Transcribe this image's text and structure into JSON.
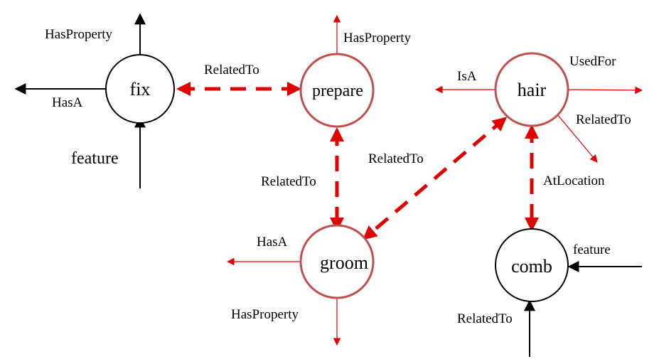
{
  "colors": {
    "black": "#000000",
    "red": "#e00000",
    "node_red": "#c0504d"
  },
  "nodes": {
    "fix": "fix",
    "prepare": "prepare",
    "hair": "hair",
    "groom": "groom",
    "comb": "comb"
  },
  "labels": {
    "fix_hasproperty": "HasProperty",
    "fix_hasa": "HasA",
    "fix_feature": "feature",
    "fix_prepare_relatedto": "RelatedTo",
    "prepare_hasproperty": "HasProperty",
    "hair_isa": "IsA",
    "hair_usedfor": "UsedFor",
    "hair_relatedto": "RelatedTo",
    "hair_groom_relatedto": "RelatedTo",
    "prepare_groom_relatedto": "RelatedTo",
    "hair_comb_atlocation": "AtLocation",
    "groom_hasa": "HasA",
    "groom_hasproperty": "HasProperty",
    "comb_feature": "feature",
    "comb_relatedto": "RelatedTo"
  }
}
